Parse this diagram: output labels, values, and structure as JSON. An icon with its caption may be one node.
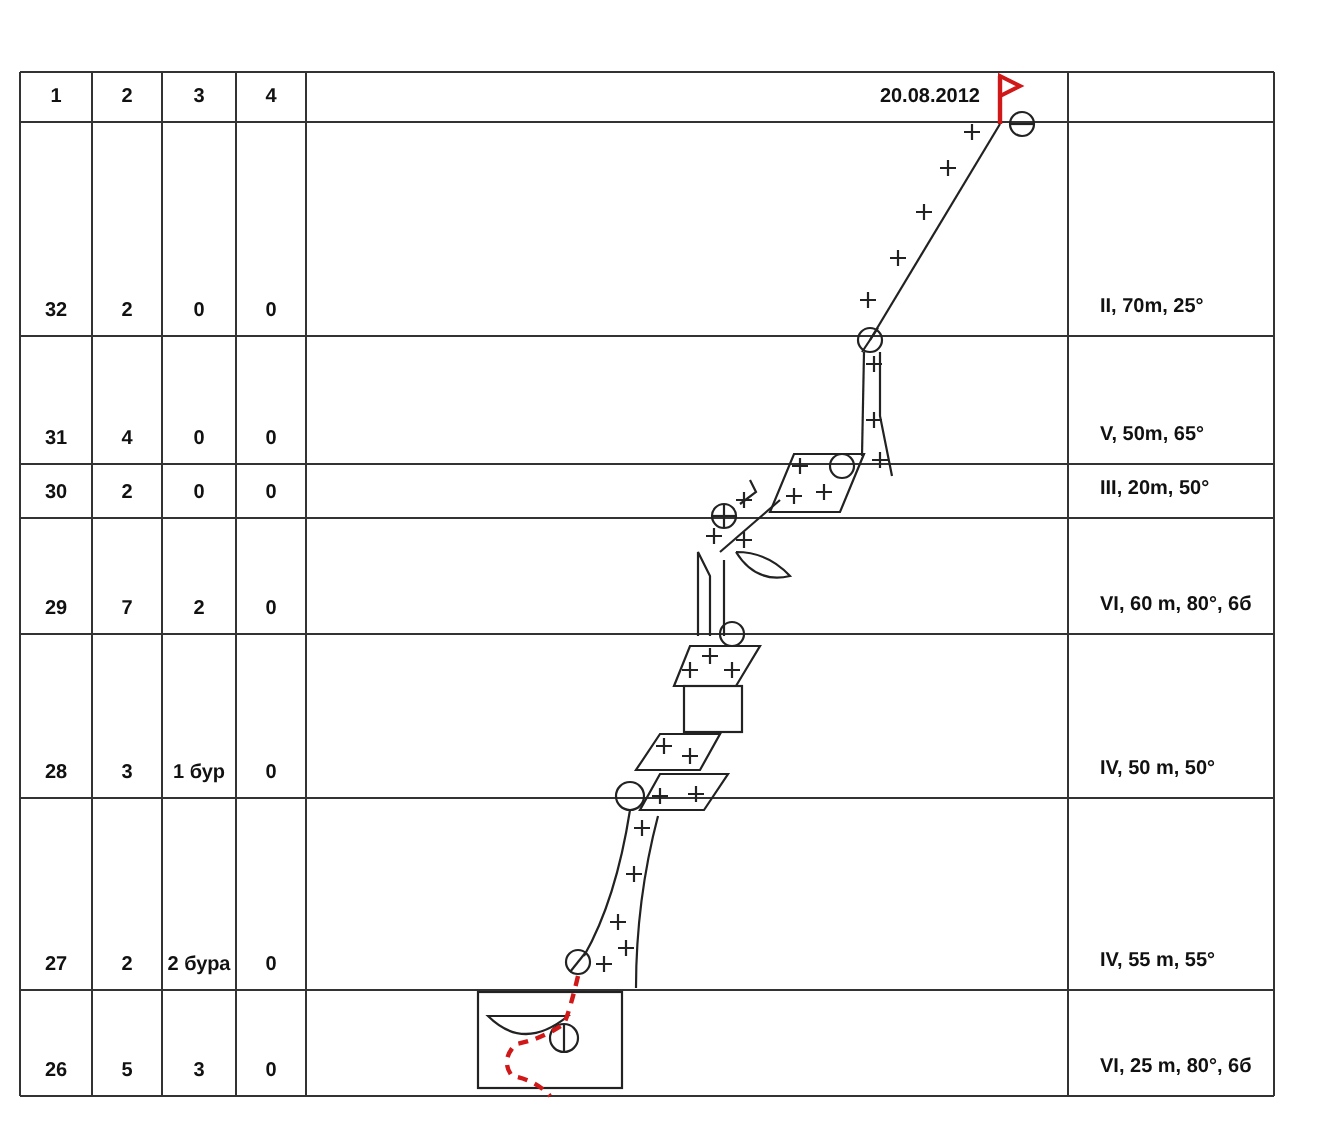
{
  "diagram": {
    "labels": [
      "1",
      "2",
      "3",
      "4",
      "20.08.2012",
      "32",
      "2",
      "0",
      "0",
      "II, 70m, 25°",
      "31",
      "4",
      "0",
      "0",
      "V, 50m, 65°",
      "30",
      "2",
      "0",
      "0",
      "III, 20m, 50°",
      "29",
      "7",
      "2",
      "0",
      "VI, 60 m, 80°, 6б",
      "28",
      "3",
      "1 бур",
      "0",
      "IV, 50 m, 50°",
      "27",
      "2",
      "2 бура",
      "0",
      "IV, 55 m, 55°",
      "26",
      "5",
      "3",
      "0",
      "VI, 25 m, 80°, 6б"
    ]
  }
}
